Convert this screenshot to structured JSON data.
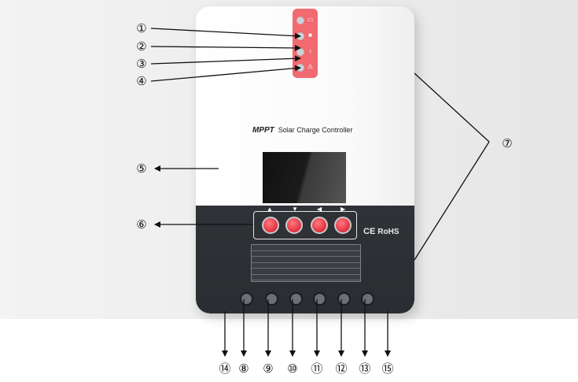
{
  "product": {
    "brand_label": "MPPT",
    "title": "Solar Charge Controller",
    "certifications": {
      "ce": "CE",
      "rohs": "RoHS"
    }
  },
  "indicators": [
    {
      "icon": "solar-panel-icon",
      "symbol": "▭"
    },
    {
      "icon": "battery-icon",
      "symbol": "■"
    },
    {
      "icon": "bulb-icon",
      "symbol": "♁"
    },
    {
      "icon": "warning-icon",
      "symbol": "⚠"
    }
  ],
  "buttons": [
    {
      "icon": "up-arrow-icon",
      "arrow": "▲"
    },
    {
      "icon": "down-arrow-icon",
      "arrow": "▼"
    },
    {
      "icon": "left-arrow-icon",
      "arrow": "◀"
    },
    {
      "icon": "right-arrow-icon",
      "arrow": "▶"
    }
  ],
  "callouts": {
    "c1": "①",
    "c2": "②",
    "c3": "③",
    "c4": "④",
    "c5": "⑤",
    "c6": "⑥",
    "c7": "⑦",
    "c8": "⑧",
    "c9": "⑨",
    "c10": "⑩",
    "c11": "⑪",
    "c12": "⑫",
    "c13": "⑬",
    "c14": "⑭",
    "c15": "⑮"
  },
  "colors": {
    "led_strip": "#f06a6f",
    "button_red": "#e73946",
    "housing_dark": "#2f3236",
    "housing_white": "#ffffff"
  }
}
